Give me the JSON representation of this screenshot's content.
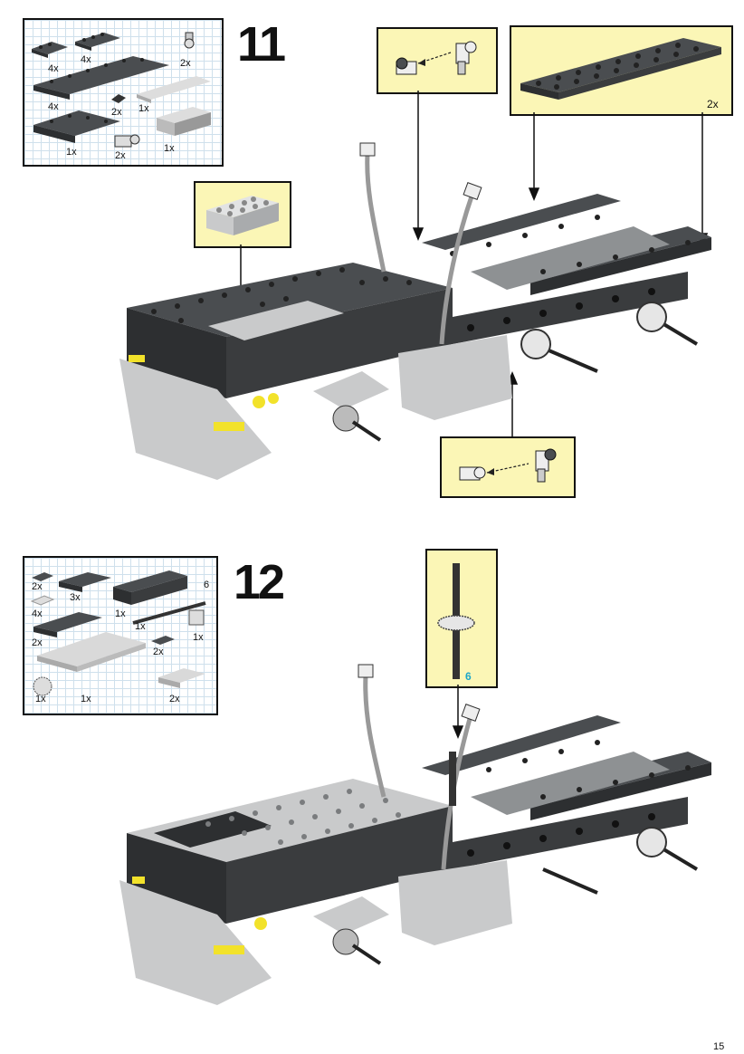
{
  "step11": {
    "number": "11",
    "parts": [
      {
        "qty": "4x"
      },
      {
        "qty": "4x"
      },
      {
        "qty": "2x"
      },
      {
        "qty": "4x"
      },
      {
        "qty": "2x"
      },
      {
        "qty": "1x"
      },
      {
        "qty": "1x"
      },
      {
        "qty": "2x"
      },
      {
        "qty": "1x"
      }
    ],
    "callout_plate_qty": "2x"
  },
  "step12": {
    "number": "12",
    "parts": [
      {
        "qty": "2x"
      },
      {
        "qty": "3x"
      },
      {
        "qty": "6"
      },
      {
        "qty": "4x"
      },
      {
        "qty": "1x"
      },
      {
        "qty": "1x"
      },
      {
        "qty": "1x"
      },
      {
        "qty": "2x"
      },
      {
        "qty": "2x"
      },
      {
        "qty": "1x"
      },
      {
        "qty": "1x"
      },
      {
        "qty": "2x"
      }
    ],
    "axle_length": "6"
  },
  "page": {
    "number": "15"
  },
  "colors": {
    "callout_bg": "#fbf6b6",
    "dark_brick": "#4a4d50",
    "light_brick": "#c9cacb",
    "yellow": "#f2e22a",
    "axle_label": "#1ba7c9"
  }
}
